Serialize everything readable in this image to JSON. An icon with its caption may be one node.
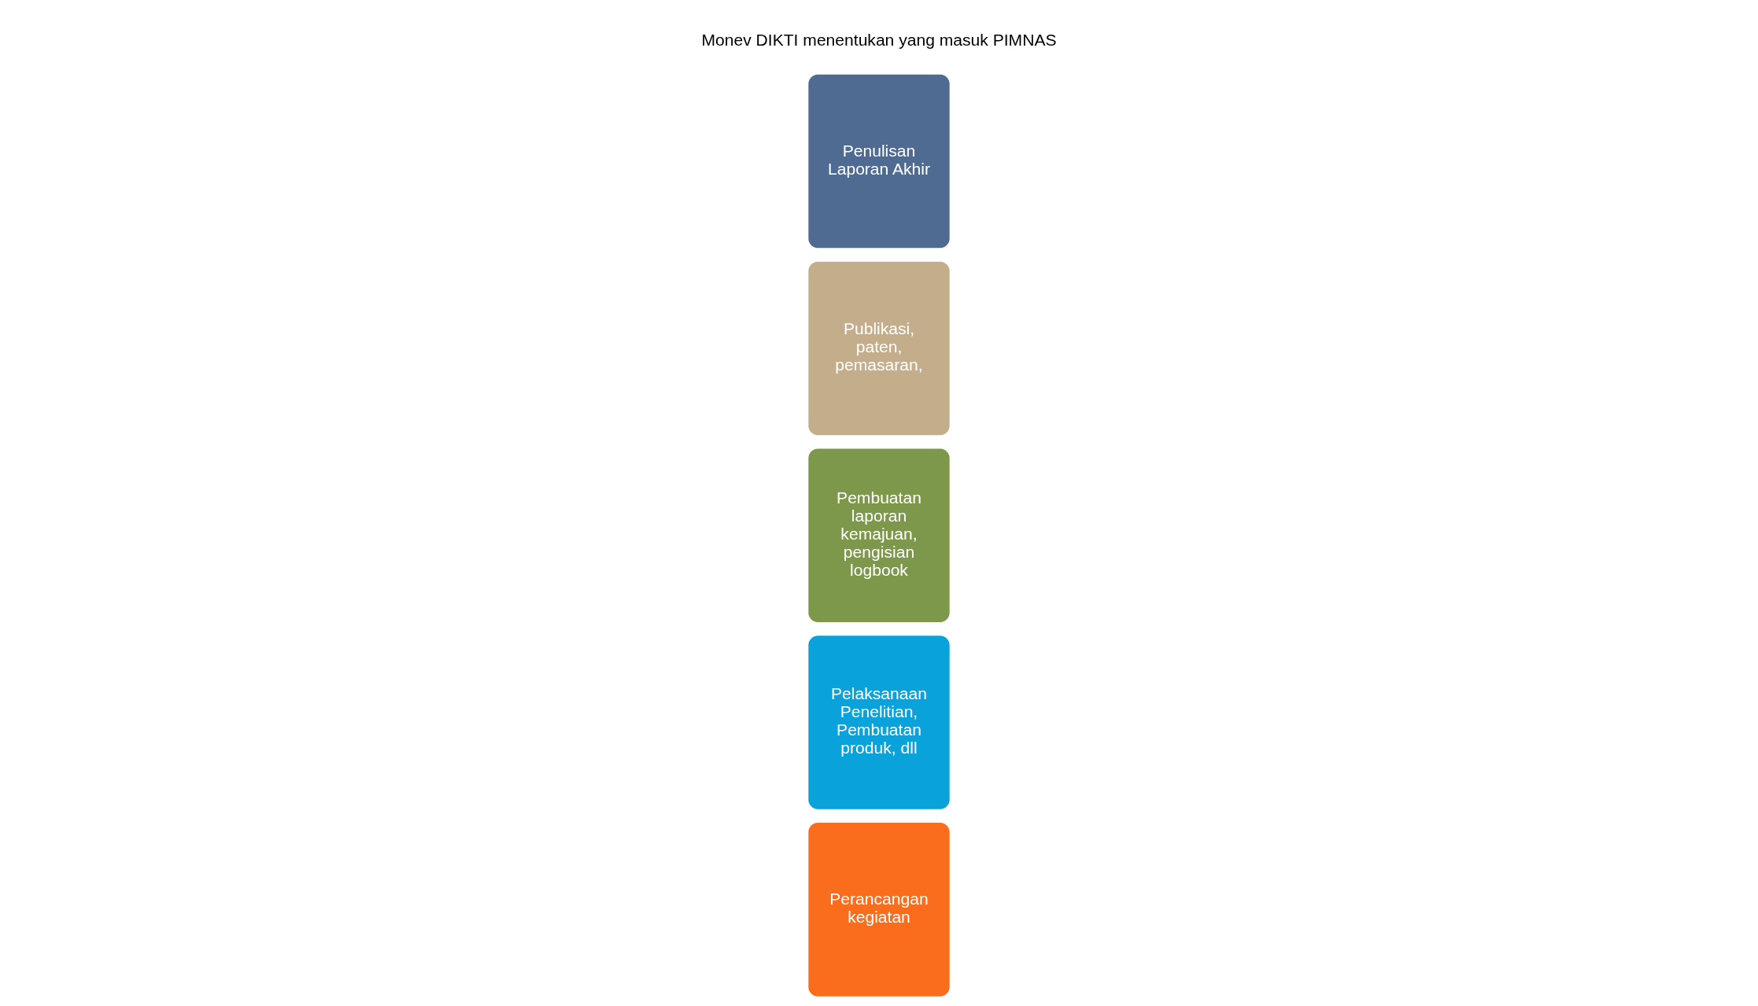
{
  "diagram": {
    "nodes": [
      {
        "text": [
          "Perancangan kegiatan"
        ]
      },
      {
        "text": [
          "Pelaksanaan Penelitian, Pembuatan produk, dll"
        ]
      },
      {
        "text": [
          "Pembuatan laporan kemajuan, pengisian logbook"
        ]
      },
      {
        "text": [
          "Publikasi, paten, pemasaran,"
        ]
      },
      {
        "text": [
          "Penulisan Laporan Akhir"
        ]
      }
    ],
    "edges": [],
    "labels": [
      "Monev DIKTI menentukan yang masuk PIMNAS"
    ]
  }
}
